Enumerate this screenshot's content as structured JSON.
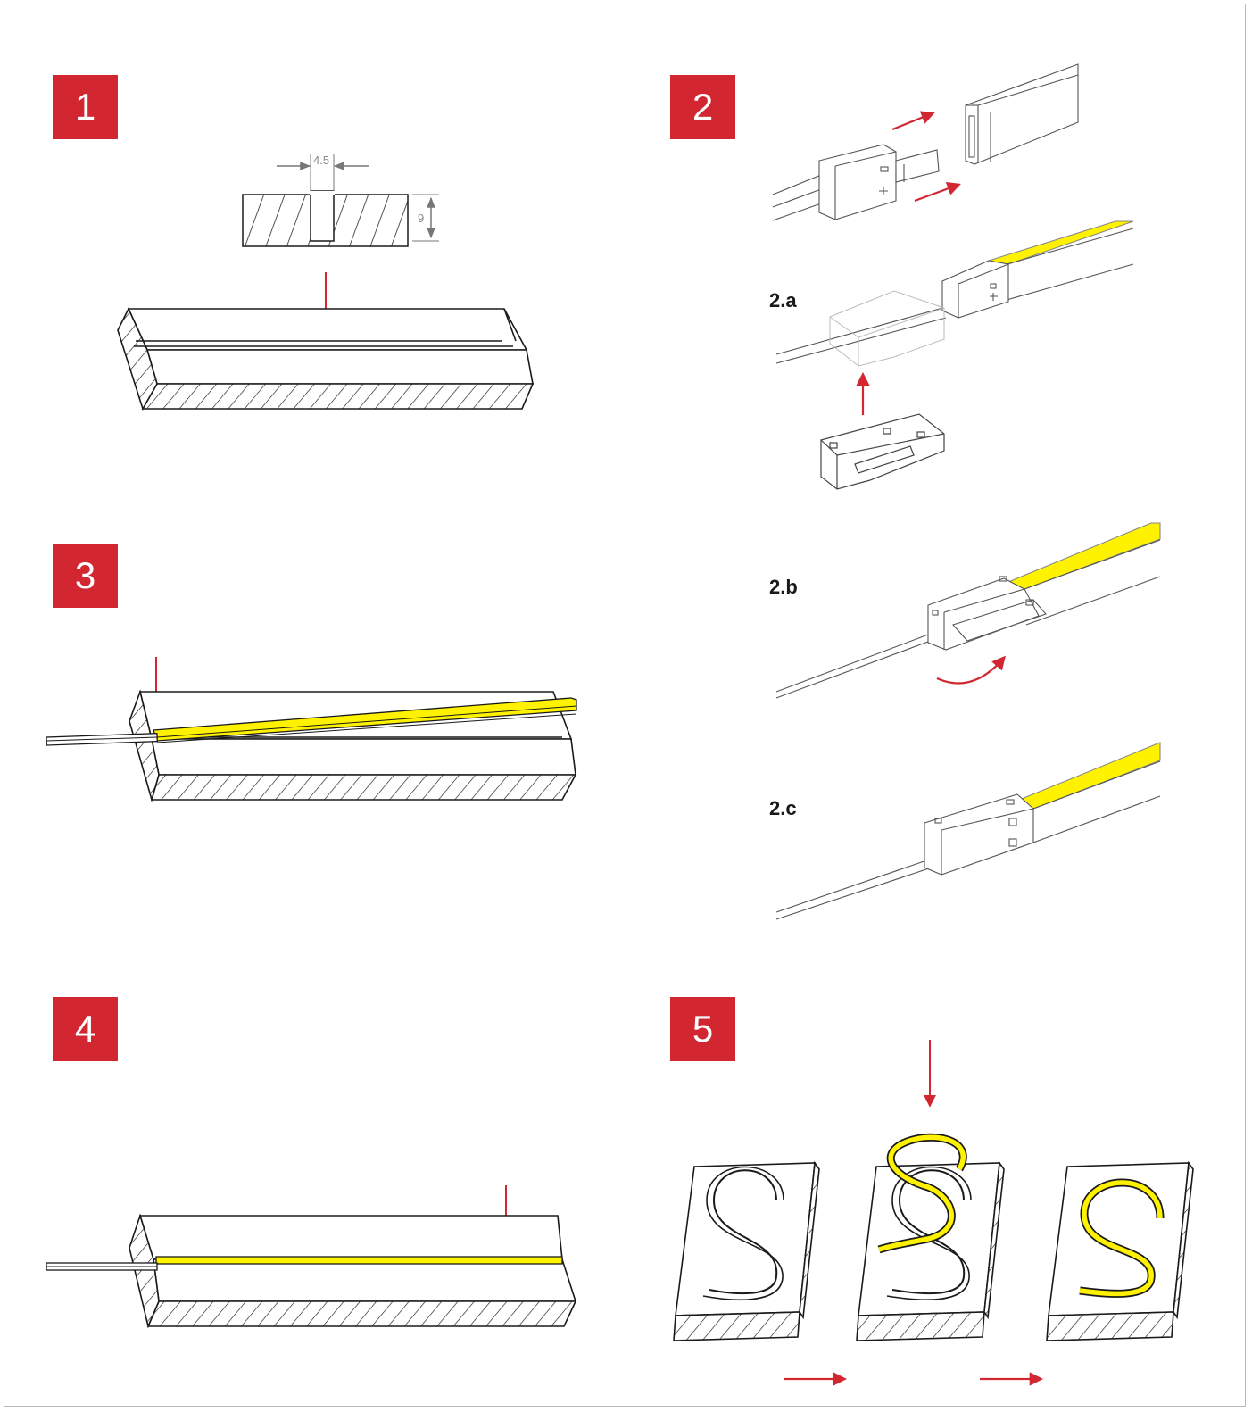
{
  "steps": {
    "step1": {
      "number": "1"
    },
    "step2": {
      "number": "2"
    },
    "step3": {
      "number": "3"
    },
    "step4": {
      "number": "4"
    },
    "step5": {
      "number": "5"
    }
  },
  "substeps": {
    "a": "2.a",
    "b": "2.b",
    "c": "2.c"
  },
  "dimensions": {
    "width": "4.5",
    "depth": "9"
  },
  "colors": {
    "badge": "#d22630",
    "arrow": "#d22630",
    "led": "#fff200",
    "line": "#1a1a1a"
  }
}
